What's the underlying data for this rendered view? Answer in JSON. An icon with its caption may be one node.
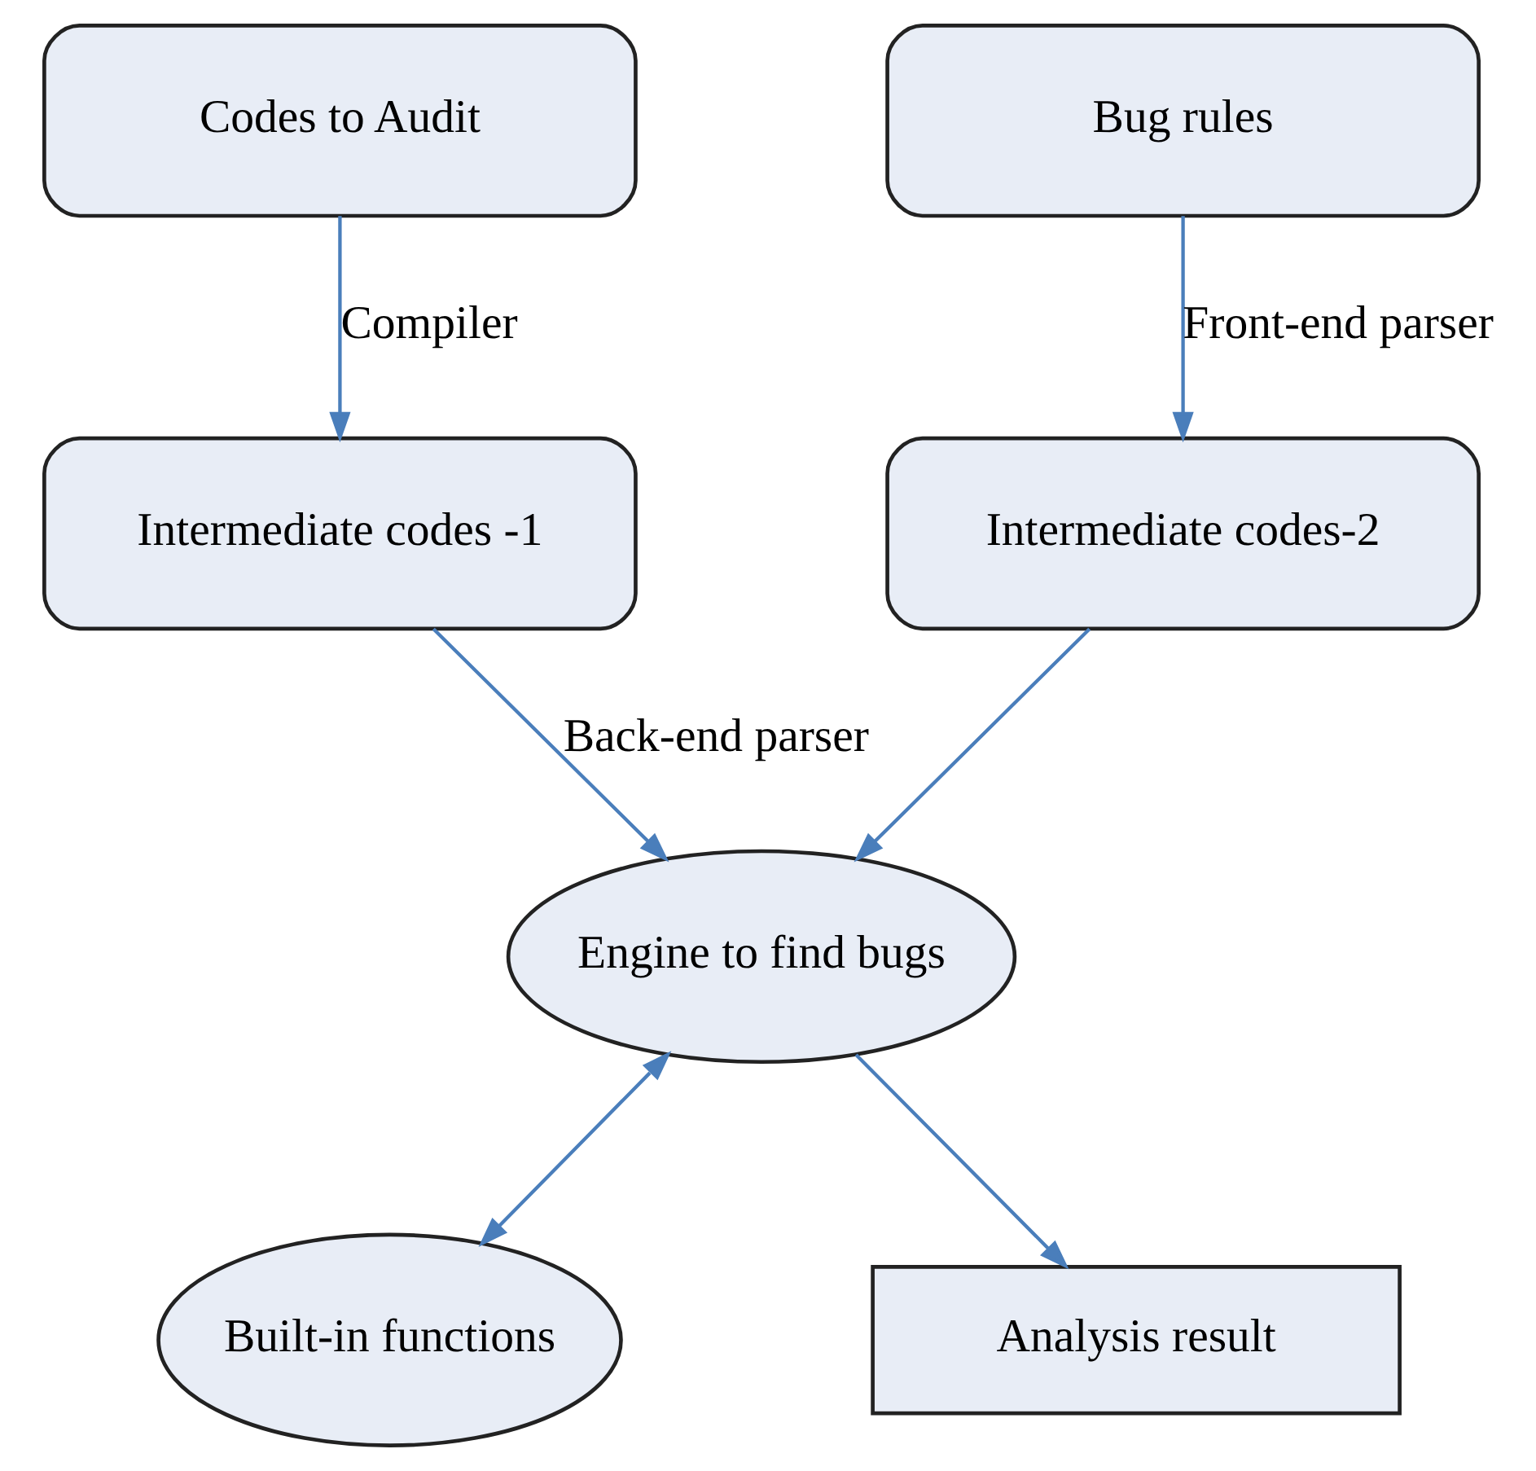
{
  "diagram": {
    "nodes": [
      {
        "text": [
          "Codes to Audit"
        ]
      },
      {
        "text": [
          "Bug rules"
        ]
      },
      {
        "text": [
          "Intermediate codes -1"
        ]
      },
      {
        "text": [
          "Intermediate codes-2"
        ]
      },
      {
        "text": [
          "Engine to find bugs"
        ]
      },
      {
        "text": [
          "Built-in functions"
        ]
      },
      {
        "text": [
          "Analysis result"
        ]
      }
    ],
    "edges": [
      {
        "from": 0,
        "to": 2,
        "arrow": "to",
        "label": "Compiler"
      },
      {
        "from": 1,
        "to": 3,
        "arrow": "to",
        "label": "Front-end parser"
      },
      {
        "from": 2,
        "to": 4,
        "arrow": "to",
        "label": "Back-end parser"
      },
      {
        "from": 3,
        "to": 4,
        "arrow": "to"
      },
      {
        "from": 4,
        "to": 5,
        "arrow": "both"
      },
      {
        "from": 4,
        "to": 6,
        "arrow": "to"
      }
    ]
  }
}
